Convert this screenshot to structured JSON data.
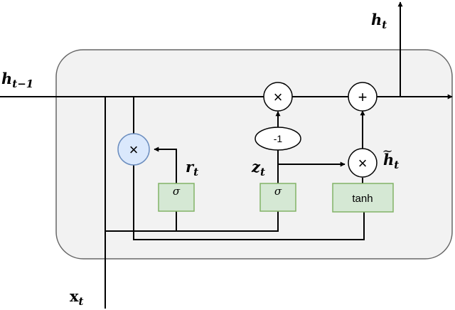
{
  "labels": {
    "h_prev": {
      "main": "h",
      "sub": "t−1"
    },
    "h_out": {
      "main": "h",
      "sub": "t"
    },
    "x_in": {
      "main": "x",
      "sub": "t"
    },
    "r_gate": {
      "main": "r",
      "sub": "t"
    },
    "z_gate": {
      "main": "z",
      "sub": "t"
    },
    "h_tilde": {
      "main": "h",
      "tilde": "~",
      "sub": "t"
    }
  },
  "operators": {
    "reset_multiply": "×",
    "update_multiply": "×",
    "candidate_multiply": "×",
    "add": "+",
    "one_minus": "-1"
  },
  "gates": {
    "sigma_r": "σ",
    "sigma_z": "σ",
    "tanh": "tanh"
  },
  "colors": {
    "cell_fill": "#f2f2f2",
    "cell_stroke": "#666666",
    "gate_fill": "#d5e8d4",
    "gate_stroke": "#82b366",
    "reset_fill": "#dae8fc",
    "reset_stroke": "#6c8ebf"
  }
}
